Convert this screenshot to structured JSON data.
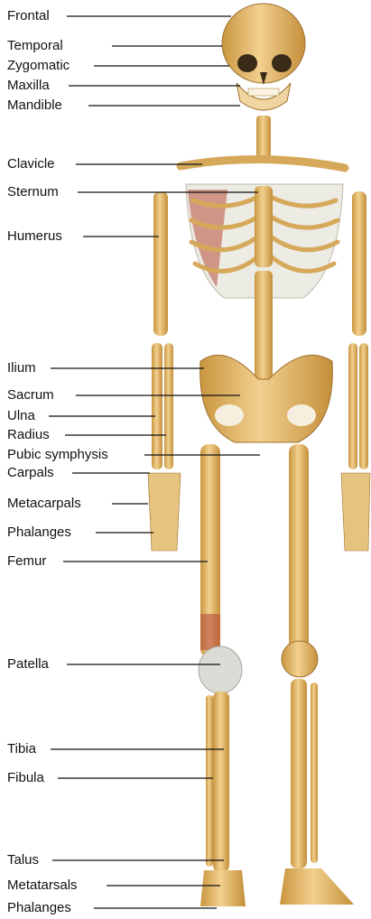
{
  "labels": [
    "Frontal",
    "Temporal",
    "Zygomatic",
    "Maxilla",
    "Mandible",
    "Clavicle",
    "Sternum",
    "Humerus",
    "Ilium",
    "Sacrum",
    "Ulna",
    "Radius",
    "Pubic symphysis",
    "Carpals",
    "Metacarpals",
    "Phalanges",
    "Femur",
    "Patella",
    "Tibia",
    "Fibula",
    "Talus",
    "Metatarsals",
    "Phalanges"
  ],
  "colors": {
    "bone": "#e8bf72",
    "bone_shade": "#c9963f",
    "cartilage": "#dcdcd6",
    "muscle": "#b8503c",
    "line": "#111111"
  }
}
